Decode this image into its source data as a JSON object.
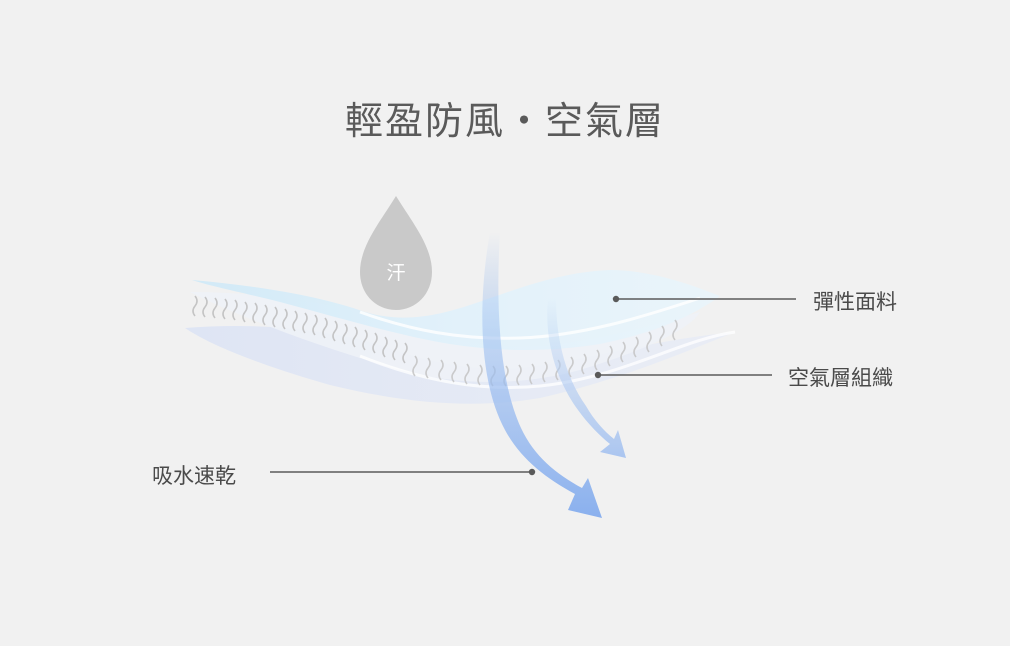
{
  "title": "輕盈防風・空氣層",
  "drop": {
    "label": "汗",
    "color": "#c9c9c9"
  },
  "callouts": {
    "elastic_fabric": "彈性面料",
    "air_layer": "空氣層組織",
    "quick_dry": "吸水速乾"
  },
  "colors": {
    "background": "#f1f1f1",
    "fabric_top": "#d6ecf8",
    "fabric_bottom": "#dfe5f4",
    "arrow": "#8fb4ee",
    "line": "#5a5a5a",
    "wave": "#b8b8b8"
  }
}
